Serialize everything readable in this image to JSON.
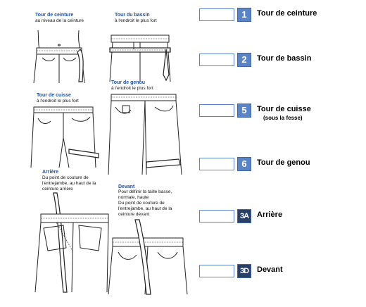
{
  "illustrations": [
    {
      "title": "Tour de ceinture",
      "subtitle": "au niveau de la ceinture"
    },
    {
      "title": "Tour du bassin",
      "subtitle": "à l'endroit le plus fort"
    },
    {
      "title": "Tour de cuisse",
      "subtitle": "à l'endroit le plus fort"
    },
    {
      "title": "Tour de genou",
      "subtitle": "à l'endroit le plus fort"
    },
    {
      "title": "Arrière",
      "subtitle": "Du point de couture de\nl'entrejambe, au haut de la\nceinture arrière"
    },
    {
      "title": "Devant",
      "subtitle": "Pour définir la taille basse,\nnormale, haute",
      "subtitle2": "Du point de couture de\nl'entrejambe, au haut de la\nceinture devant"
    }
  ],
  "measurements": [
    {
      "badge": "1",
      "label": "Tour de ceinture",
      "sublabel": "",
      "value": ""
    },
    {
      "badge": "2",
      "label": "Tour de bassin",
      "sublabel": "",
      "value": ""
    },
    {
      "badge": "5",
      "label": "Tour de cuisse",
      "sublabel": "(sous la fesse)",
      "value": ""
    },
    {
      "badge": "6",
      "label": "Tour de genou",
      "sublabel": "",
      "value": ""
    },
    {
      "badge": "3A",
      "label": "Arrière",
      "sublabel": "",
      "value": ""
    },
    {
      "badge": "3D",
      "label": "Devant",
      "sublabel": "",
      "value": ""
    }
  ],
  "colors": {
    "accent": "#5a84c4",
    "dark_badge": "#2a3f63",
    "caption_title": "#1f4e9c"
  }
}
